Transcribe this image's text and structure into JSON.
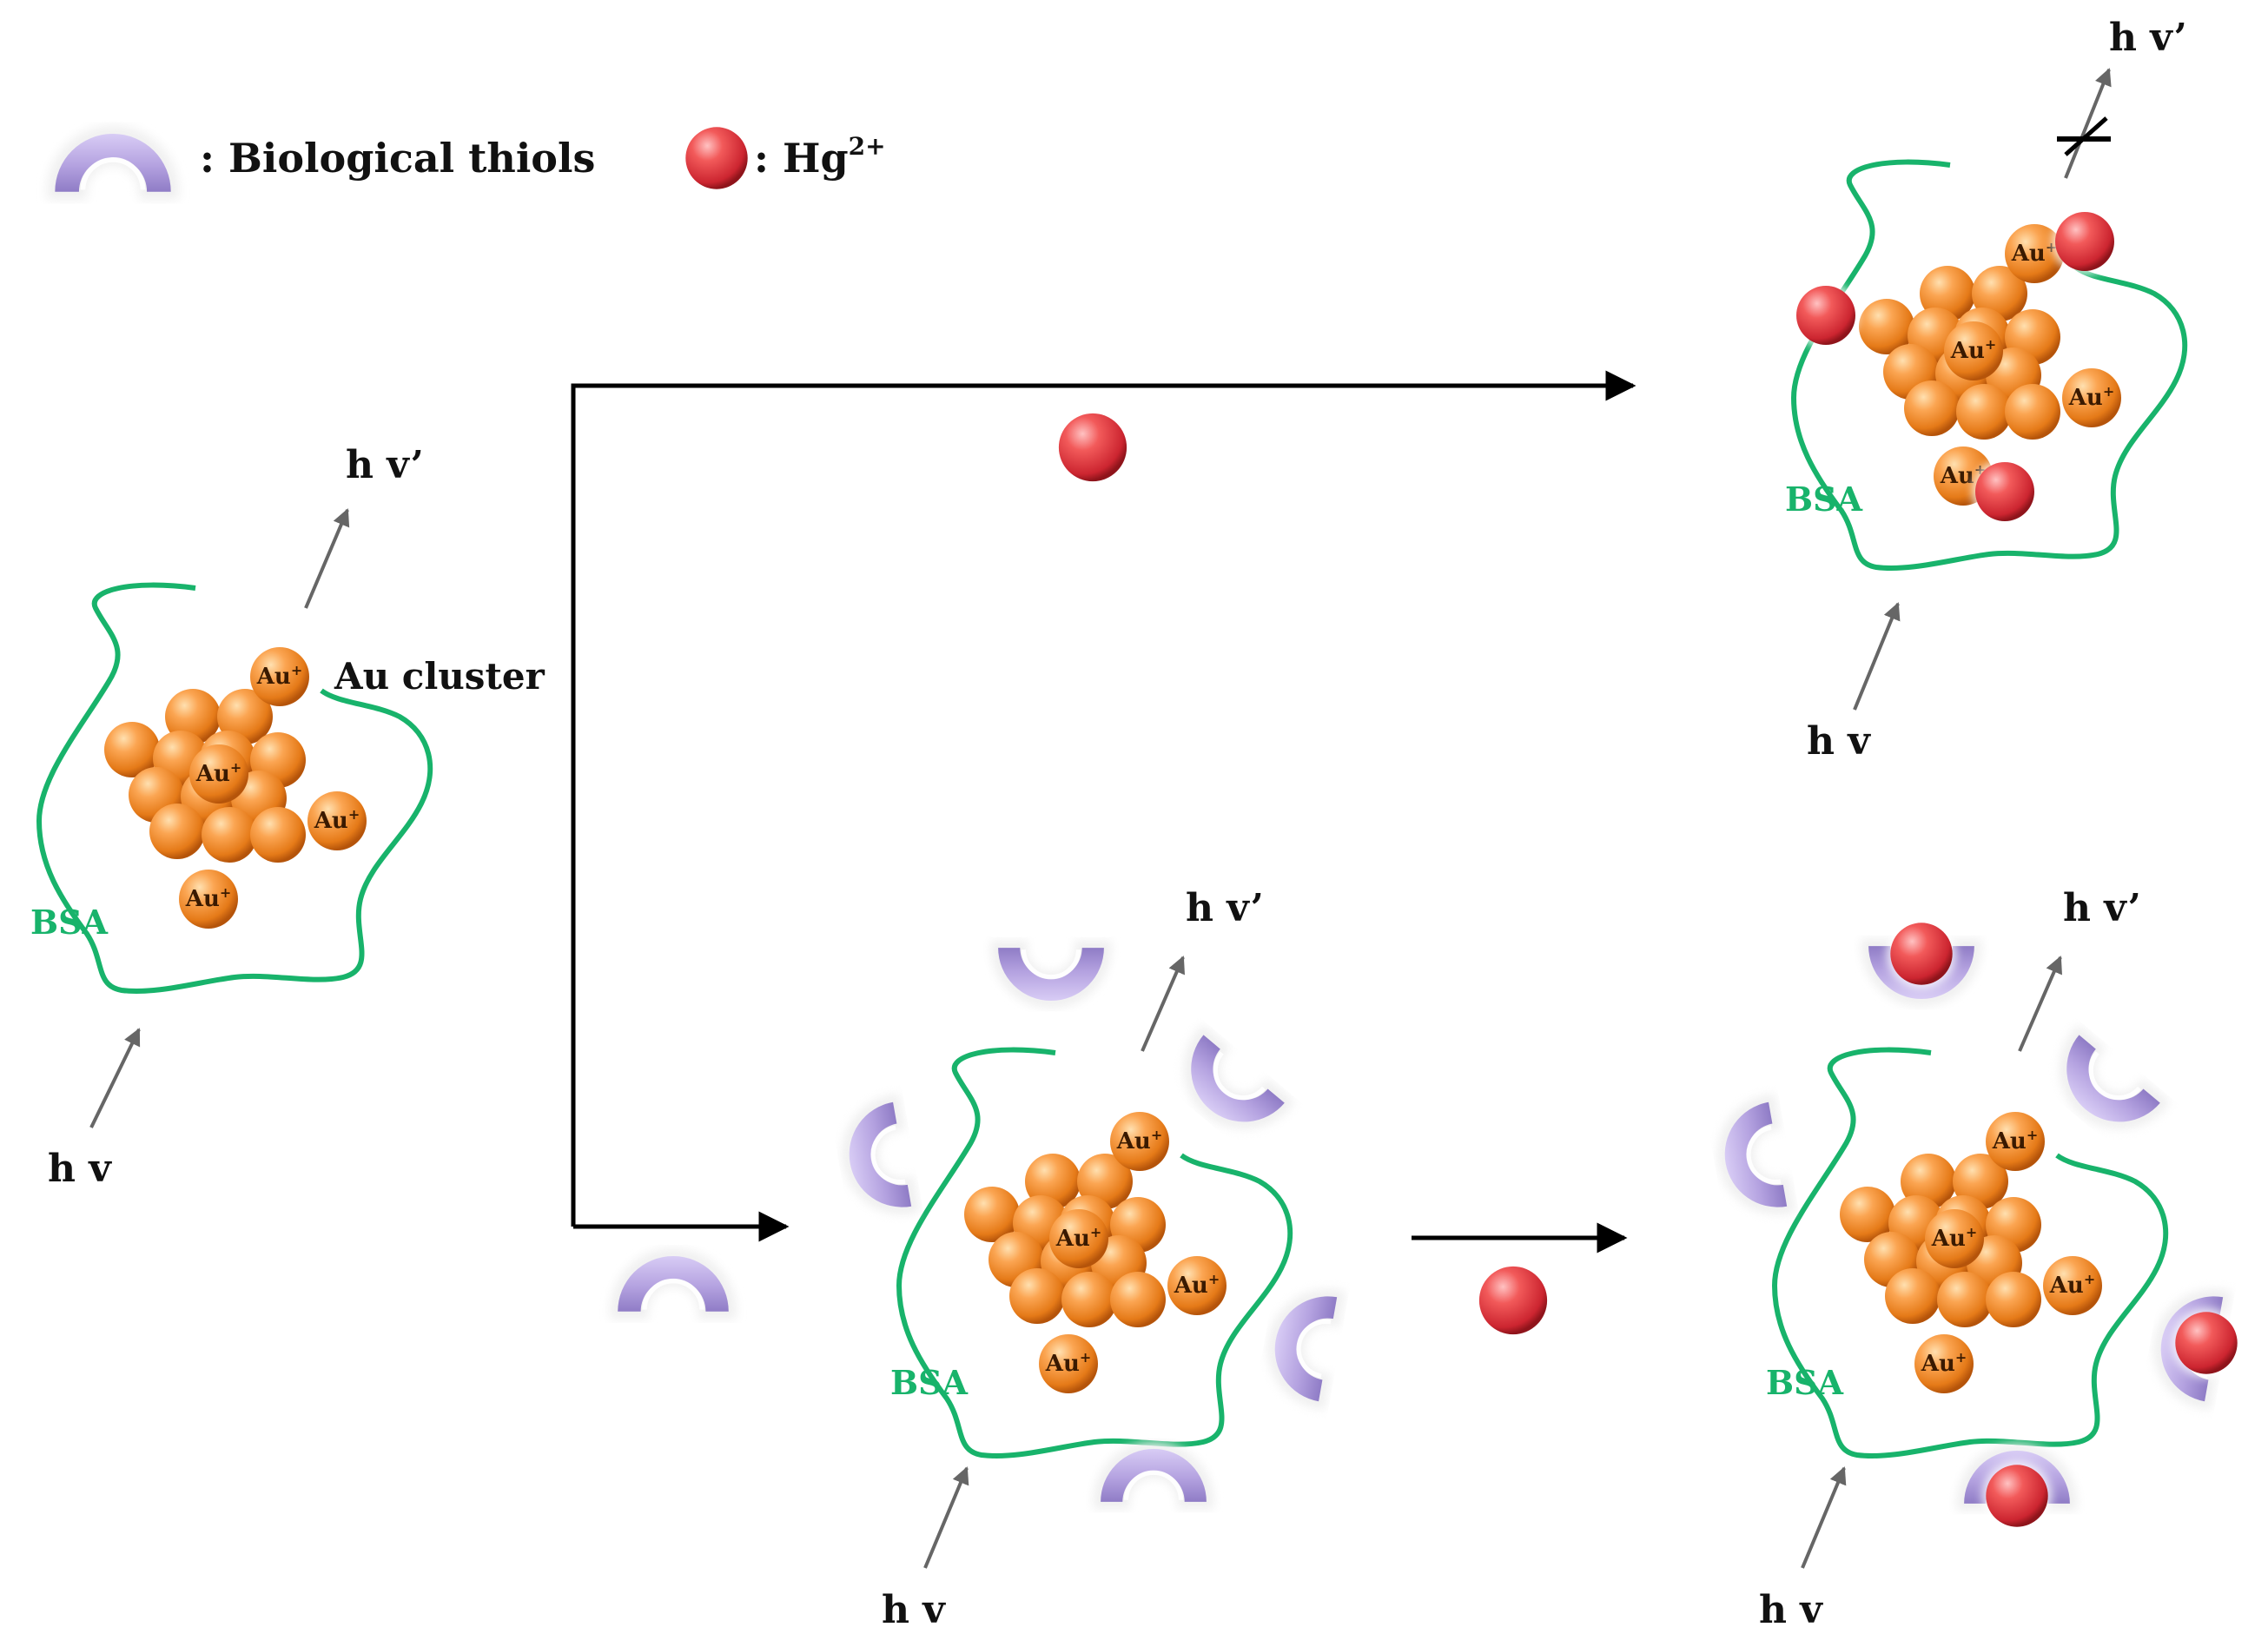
{
  "legend": {
    "thiol_label": ": Biological thiols",
    "hg_label": ": Hg",
    "hg_charge": "2+"
  },
  "labels": {
    "hv_in": "h v",
    "hv_out": "h v’",
    "au_cluster": "Au cluster",
    "bsa": "BSA",
    "au_ion": "Au",
    "au_charge": "+"
  },
  "colors": {
    "bsa_green": "#18b36b",
    "gold": "#f08a2c",
    "hg_red": "#e0373f",
    "thiol_purple": "#b7a6e0",
    "arrow_black": "#000000",
    "arrow_gray": "#666666"
  },
  "icons": {
    "thiol": "crescent-icon",
    "hg": "red-sphere-icon",
    "au_atom": "gold-sphere-icon"
  }
}
